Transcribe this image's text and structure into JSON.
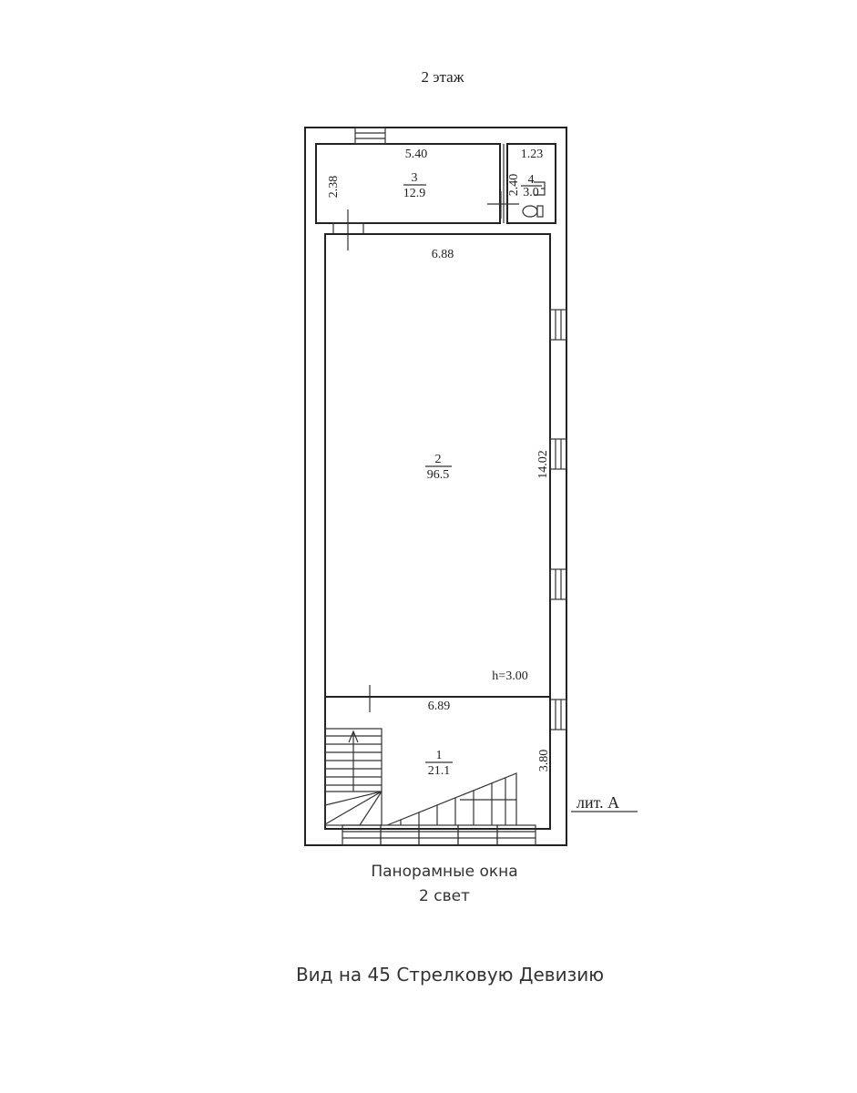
{
  "title": "2 этаж",
  "rooms": [
    {
      "number": "1",
      "area": "21.1"
    },
    {
      "number": "2",
      "area": "96.5"
    },
    {
      "number": "3",
      "area": "12.9"
    },
    {
      "number": "4",
      "area": "3.0"
    }
  ],
  "dimensions": {
    "room3_width": "5.40",
    "room3_height": "2.38",
    "room4_width": "1.23",
    "room4_height": "2.40",
    "room2_width": "6.88",
    "room2_length": "14.02",
    "ceiling_height": "h=3.00",
    "room1_width": "6.89",
    "room1_length": "3.80"
  },
  "building_label": "лит. А",
  "captions": {
    "windows_line1": "Панорамные окна",
    "windows_line2": "2 свет",
    "view": "Вид на 45 Стрелковую Девизию"
  }
}
